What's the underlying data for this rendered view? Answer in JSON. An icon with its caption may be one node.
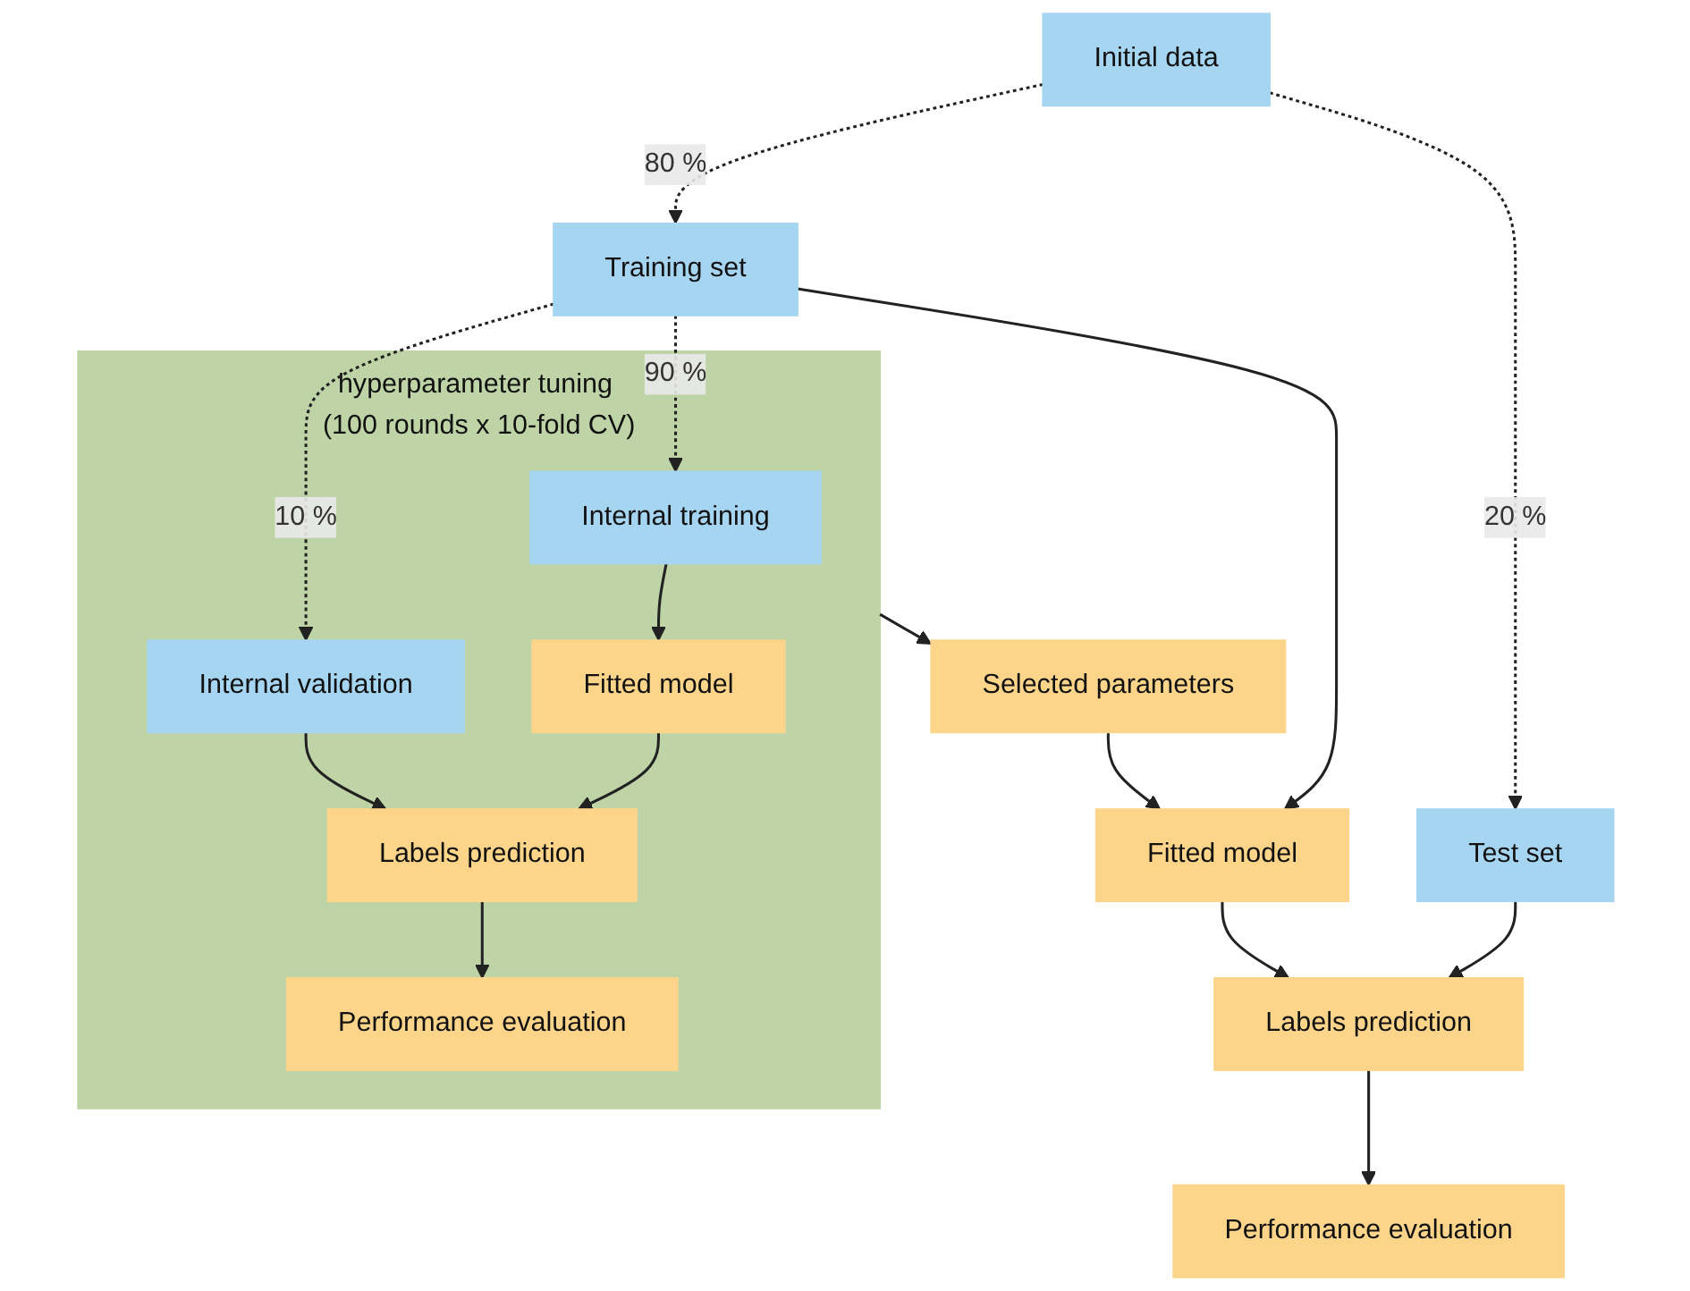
{
  "diagram": {
    "nodes": [
      {
        "text": [
          "Initial data"
        ]
      },
      {
        "text": [
          "Training set"
        ]
      },
      {
        "text": [
          "hyperparameter tuning (100 rounds x 10-fold CV)"
        ]
      },
      {
        "text": [
          "Internal training"
        ],
        "in": 2
      },
      {
        "text": [
          "Fitted model"
        ],
        "in": 2
      },
      {
        "text": [
          "Internal validation"
        ],
        "in": 2
      },
      {
        "text": [
          "Labels prediction"
        ],
        "in": 2
      },
      {
        "text": [
          "Performance evaluation"
        ],
        "in": 2
      },
      {
        "text": [
          "Test set"
        ]
      },
      {
        "text": [
          "Selected parameters"
        ]
      },
      {
        "text": [
          "Fitted model"
        ]
      },
      {
        "text": [
          "Labels prediction"
        ]
      },
      {
        "text": [
          "Performance evaluation"
        ]
      }
    ],
    "edges": [
      {
        "from": 0,
        "to": 1,
        "arrow": "to",
        "label": "80 %",
        "style": "dashed"
      },
      {
        "from": 0,
        "to": 8,
        "arrow": "to",
        "label": "20 %",
        "style": "dashed"
      },
      {
        "from": 1,
        "to": 3,
        "arrow": "to",
        "label": "90 %",
        "style": "dashed"
      },
      {
        "from": 1,
        "to": 5,
        "arrow": "to",
        "label": "10 %",
        "style": "dashed"
      },
      {
        "from": 3,
        "to": 4,
        "arrow": "to"
      },
      {
        "from": 4,
        "to": 6,
        "arrow": "to"
      },
      {
        "from": 5,
        "to": 6,
        "arrow": "to"
      },
      {
        "from": 6,
        "to": 7,
        "arrow": "to"
      },
      {
        "from": 1,
        "to": 10,
        "arrow": "to"
      },
      {
        "from": 2,
        "to": 9,
        "arrow": "to"
      },
      {
        "from": 8,
        "to": 11,
        "arrow": "to"
      },
      {
        "from": 9,
        "to": 10,
        "arrow": "to"
      },
      {
        "from": 10,
        "to": 11,
        "arrow": "to"
      },
      {
        "from": 11,
        "to": 12,
        "arrow": "to"
      }
    ]
  }
}
